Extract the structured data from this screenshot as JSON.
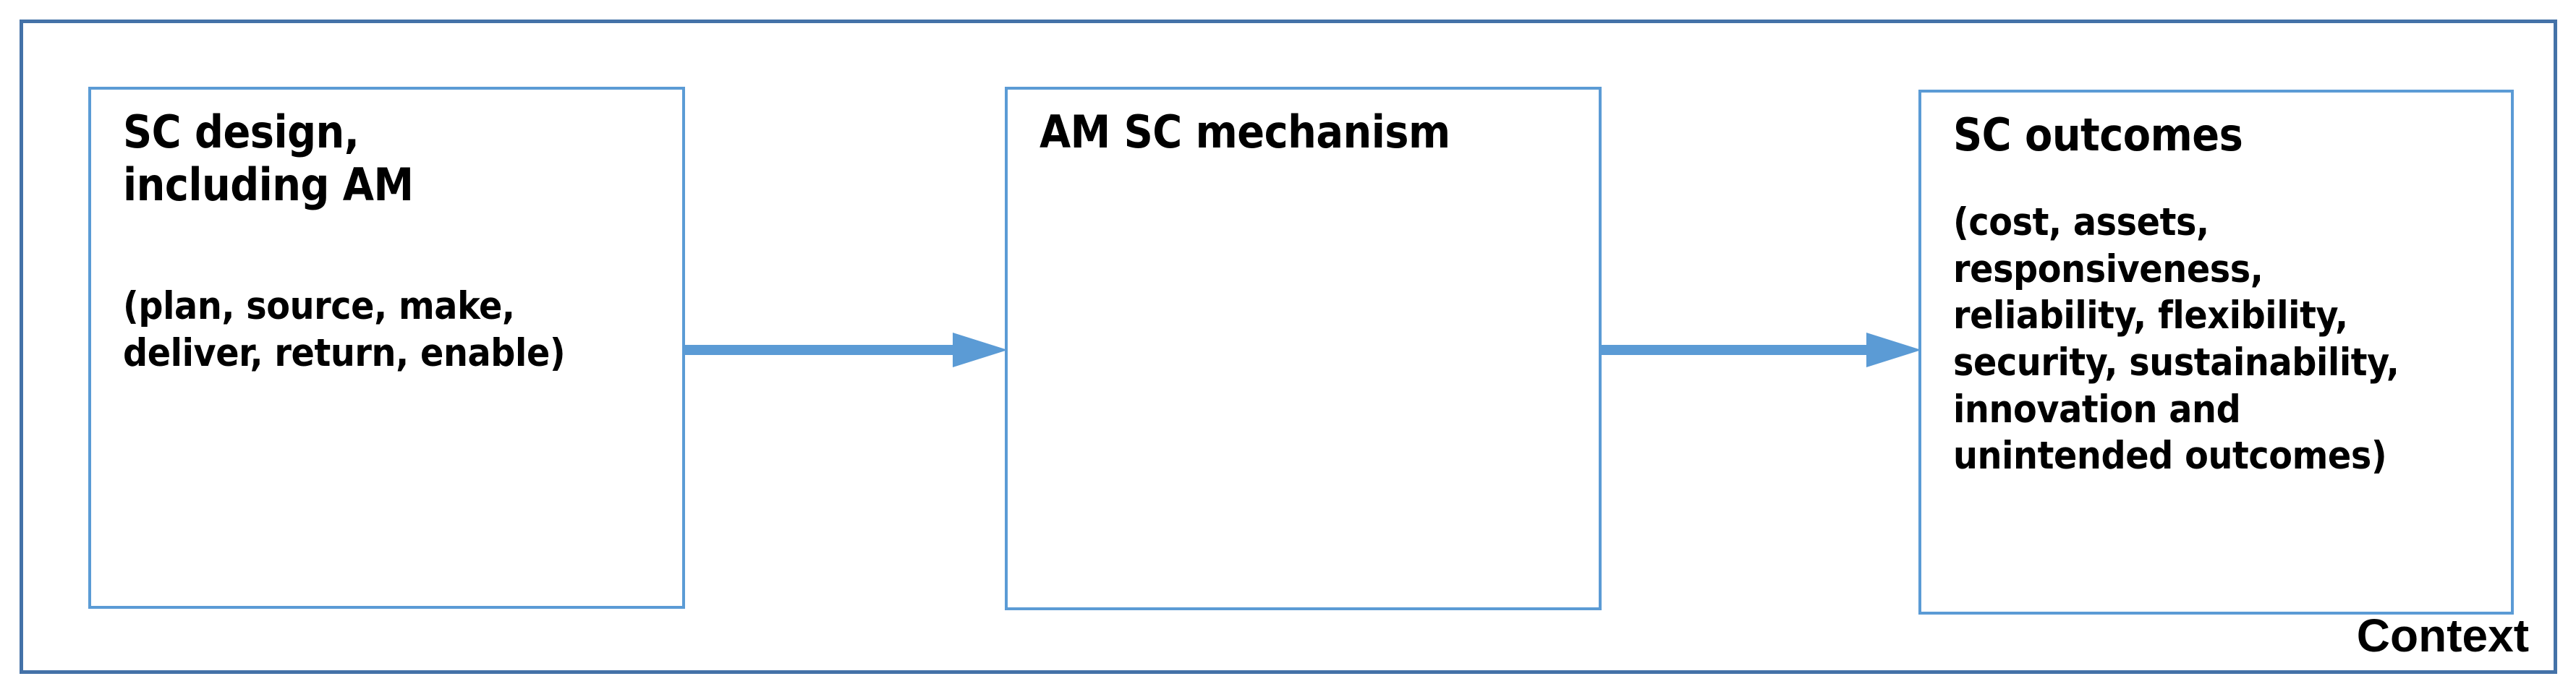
{
  "diagram": {
    "frame_label": "Context",
    "accent_color": "#5b9bd5",
    "frame_color": "#4472a8",
    "text_color": "#000000",
    "boxes": [
      {
        "id": "sc-design",
        "title": "SC design,\ninclude_placeholder",
        "title_text": "SC design,\nincluding AM",
        "detail": "(plan, source, make,\ndeliver, return, enable)"
      },
      {
        "id": "am-sc-mechanism",
        "title_text": "AM SC mechanism",
        "detail": ""
      },
      {
        "id": "sc-outcomes",
        "title_text": "SC outcomes",
        "detail": "(cost, assets,\nresponsiveness,\nreliability,  flexibility,\nsecurity, sustainability,\ninnovation and\nunintended outcomes)"
      }
    ],
    "arrows": [
      {
        "id": "arrow-design-to-mechanism",
        "direction": "right"
      },
      {
        "id": "arrow-mechanism-to-outcomes",
        "direction": "right"
      }
    ]
  }
}
